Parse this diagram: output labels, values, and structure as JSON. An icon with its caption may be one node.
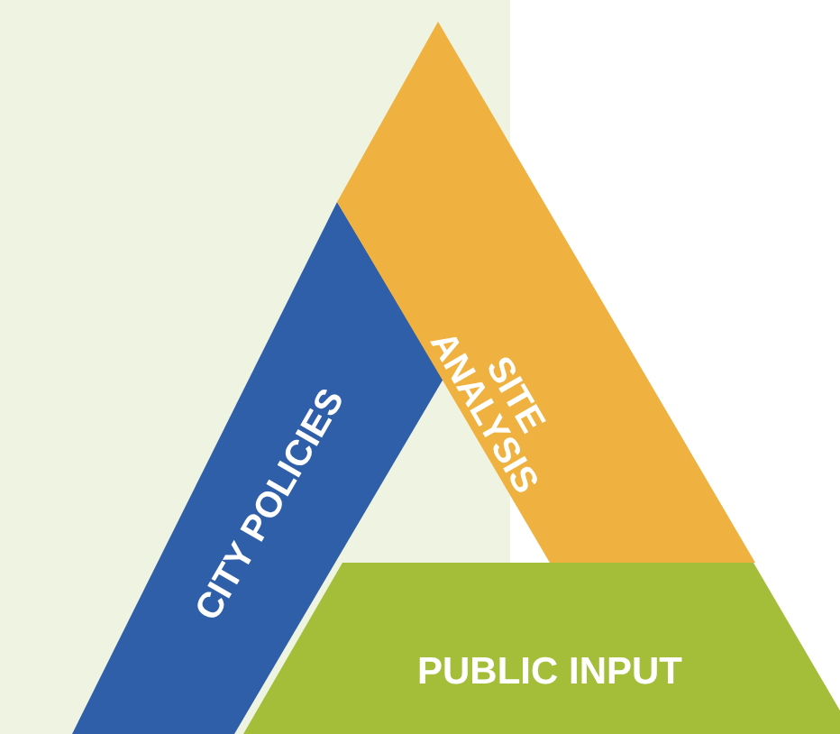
{
  "diagram": {
    "nodes": [
      {
        "text": [
          "CITY POLICIES"
        ]
      },
      {
        "text": [
          "SITE ANALYSIS"
        ]
      },
      {
        "text": [
          "PUBLIC INPUT"
        ]
      }
    ]
  }
}
